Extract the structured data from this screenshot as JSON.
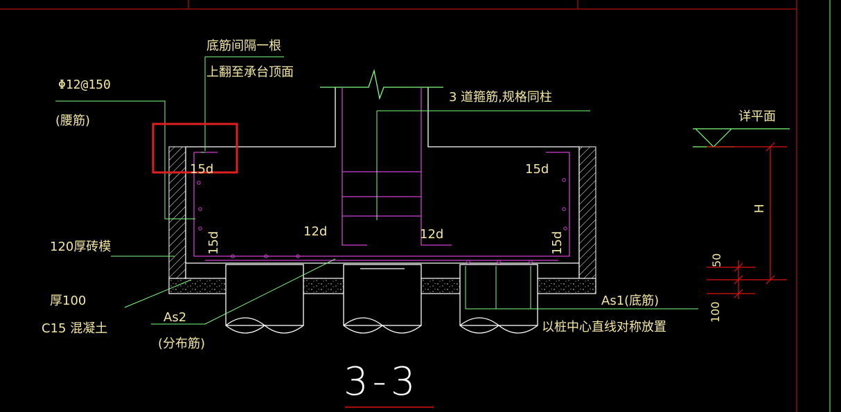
{
  "labels": {
    "bottom_bar_note_line1": "底筋间隔一根",
    "bottom_bar_note_line2": "上翻至承台顶面",
    "waist_bar_spec": "Φ12@150",
    "waist_bar_name": "(腰筋)",
    "stirrup_note": "3 道箍筋,规格同柱",
    "see_plan": "详平面",
    "height_label": "H",
    "dim_50": "50",
    "dim_100": "100",
    "brick_form": "120厚砖模",
    "cushion_thickness": "厚100",
    "cushion_concrete": "C15 混凝土",
    "as2_label": "As2",
    "as2_name": "(分布筋)",
    "as1_label": "As1(底筋)",
    "pile_note": "以桩中心直线对称放置",
    "anchor_15d_left_top": "15d",
    "anchor_15d_right_top": "15d",
    "anchor_12d_left": "12d",
    "anchor_12d_right": "12d",
    "anchor_15d_left_vertical": "15d",
    "anchor_15d_right_vertical": "15d",
    "section_title": "3-3"
  },
  "colors": {
    "background": "#000000",
    "annotation_text": "#f3e7a3",
    "leader_lines": "#7fff7f",
    "rebar": "#d040d0",
    "outline": "#ffffff",
    "dimension": "#e01010",
    "highlight_box": "#e02020",
    "frame": "#b01010"
  }
}
